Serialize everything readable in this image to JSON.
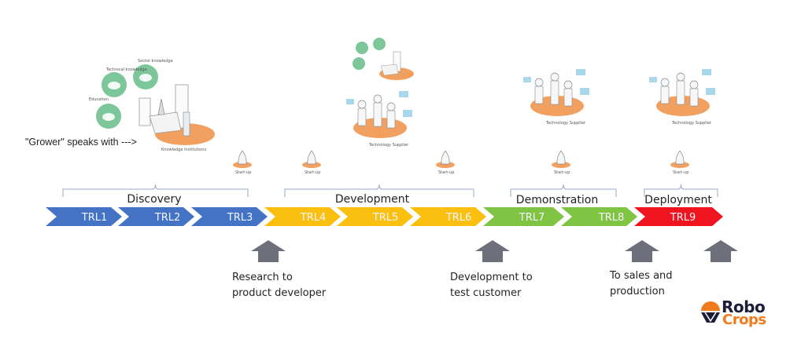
{
  "intro": {
    "grower_text": "\"Grower\"  speaks with --->",
    "knowledge_illustration": {
      "bubbles": [
        "Technical knowledge",
        "Sector knowledge",
        "Education"
      ],
      "caption": "Knowledge Institutions"
    }
  },
  "illustrations": {
    "startup_caption": "Start-up",
    "technology_caption": "Technology Supplier"
  },
  "stages": [
    {
      "label": "Discovery"
    },
    {
      "label": "Development"
    },
    {
      "label": "Demonstration"
    },
    {
      "label": "Deployment"
    }
  ],
  "trl_levels": [
    {
      "label": "TRL1",
      "stage": "Discovery",
      "color": "#4472c4"
    },
    {
      "label": "TRL2",
      "stage": "Discovery",
      "color": "#4472c4"
    },
    {
      "label": "TRL3",
      "stage": "Discovery",
      "color": "#4472c4"
    },
    {
      "label": "TRL4",
      "stage": "Development",
      "color": "#fbbf0f"
    },
    {
      "label": "TRL5",
      "stage": "Development",
      "color": "#fbbf0f"
    },
    {
      "label": "TRL6",
      "stage": "Development",
      "color": "#fbbf0f"
    },
    {
      "label": "TRL7",
      "stage": "Demonstration",
      "color": "#7fc443"
    },
    {
      "label": "TRL8",
      "stage": "Demonstration",
      "color": "#7fc443"
    },
    {
      "label": "TRL9",
      "stage": "Deployment",
      "color": "#f0141e"
    }
  ],
  "transitions": [
    {
      "caption": "Research to\nproduct developer"
    },
    {
      "caption": "Development to\ntest customer"
    },
    {
      "caption": "To sales and\nproduction"
    },
    {
      "caption": ""
    }
  ],
  "logo": {
    "line1": "Robo",
    "line2": "Crops"
  },
  "colors": {
    "discovery": "#4472c4",
    "development": "#fbbf0f",
    "demonstration": "#7fc443",
    "deployment": "#f0141e",
    "arrow_gray": "#6d6f7b",
    "bracket": "#9aa7c4",
    "illustration_orange": "#f2a060",
    "illustration_green": "#7cc69a",
    "logo_orange": "#ef7b1e",
    "logo_navy": "#1b1d3a"
  }
}
